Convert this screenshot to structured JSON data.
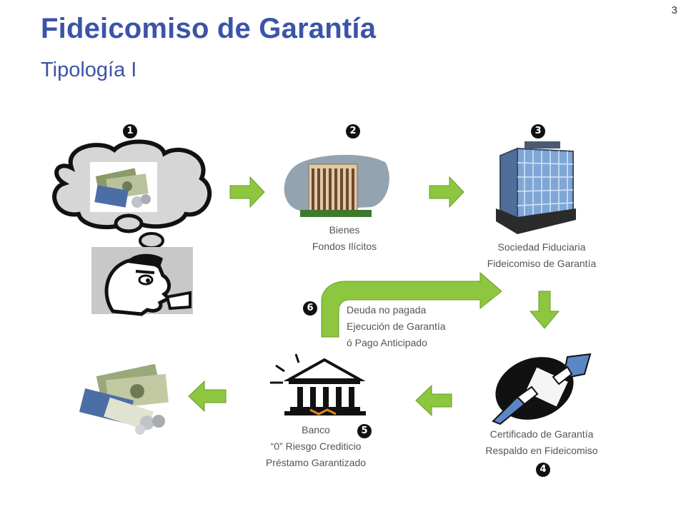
{
  "header": {
    "title": "Fideicomiso de Garantía",
    "subtitle": "Tipología I",
    "page_number": "3"
  },
  "steps": {
    "s1": "1",
    "s2": "2",
    "s3": "3",
    "s4": "4",
    "s5": "5",
    "s6": "6"
  },
  "captions": {
    "bienes": [
      "Bienes",
      "Fondos Ilícitos"
    ],
    "sociedad": [
      "Sociedad Fiduciaria",
      "Fideicomiso de Garantía"
    ],
    "deuda": [
      "Deuda no pagada",
      "Ejecución de Garantía",
      "ó Pago Anticipado"
    ],
    "certificado": [
      "Certificado de Garantía",
      "Respaldo en Fideicomiso"
    ],
    "banco": [
      "Banco",
      "“0” Riesgo Crediticio",
      "Préstamo Garantizado"
    ]
  },
  "colors": {
    "title": "#3b54a8",
    "arrow_fill": "#8dc63f",
    "arrow_stroke": "#6a9a2a",
    "step_badge": "#111111"
  },
  "icons": [
    "thought-cloud-icon",
    "money-icon",
    "thinking-man-icon",
    "apartment-building-icon",
    "office-building-icon",
    "handshake-icon",
    "bank-icon",
    "money-pile-icon"
  ]
}
